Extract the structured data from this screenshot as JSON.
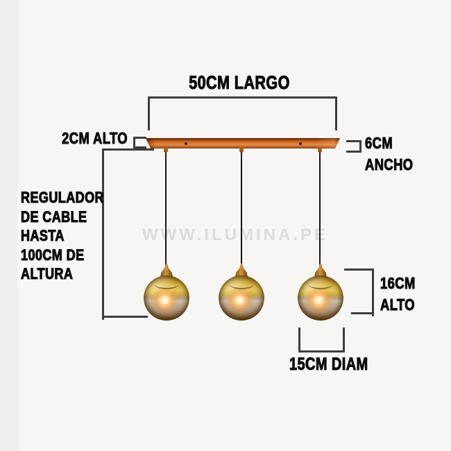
{
  "title": {
    "largo_label": "50CM LARGO"
  },
  "canopy": {
    "alto_label": "2CM ALTO",
    "ancho_label_1": "6CM",
    "ancho_label_2": "ANCHO"
  },
  "cable_note": {
    "lines": [
      "REGULADOR",
      "DE CABLE",
      "HASTA",
      "100CM DE",
      "ALTURA"
    ]
  },
  "shade": {
    "alto_label_1": "16CM",
    "alto_label_2": "ALTO",
    "diam_label": "15CM DIAM"
  },
  "watermark": {
    "text": "WWW.ILUMINA.PE"
  },
  "colors": {
    "background": "#f7f6f5",
    "dimension_line": "#3d3d3d",
    "label_text": "#0c0c0c",
    "canopy_copper": "#c8651c",
    "globe_gold": "#dcbc50",
    "bulb_glow": "#ffedbe",
    "watermark_gray": "#dcdcdc"
  }
}
